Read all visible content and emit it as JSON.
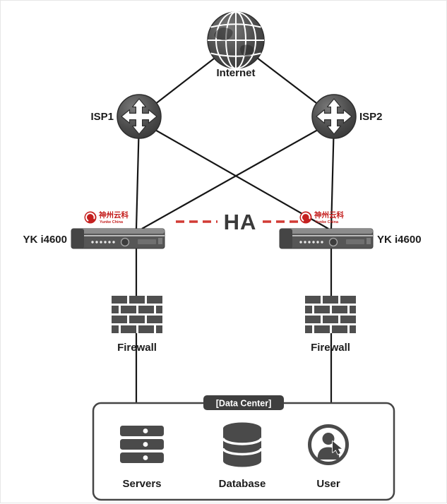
{
  "diagram": {
    "type": "network-topology",
    "nodes": {
      "internet": {
        "label": "Internet"
      },
      "isp1": {
        "label": "ISP1"
      },
      "isp2": {
        "label": "ISP2"
      },
      "device_left": {
        "label": "YK i4600"
      },
      "device_right": {
        "label": "YK i4600"
      },
      "ha": {
        "label": "HA"
      },
      "firewall_left": {
        "label": "Firewall"
      },
      "firewall_right": {
        "label": "Firewall"
      },
      "datacenter": {
        "label": "[Data Center]"
      },
      "servers": {
        "label": "Servers"
      },
      "database": {
        "label": "Database"
      },
      "user": {
        "label": "User"
      }
    },
    "brand": {
      "name": "神州云科",
      "subname": "Yunke China"
    },
    "connections": [
      "internet-isp1",
      "internet-isp2",
      "isp1-device_left",
      "isp1-device_right",
      "isp2-device_right",
      "isp2-device_left",
      "device_left-firewall_left",
      "device_right-firewall_right",
      "firewall_left-datacenter",
      "firewall_right-datacenter",
      "device_left-device_right-HA-dashed"
    ],
    "colors": {
      "icon_gray": "#4a4a4a",
      "line_black": "#161616",
      "ha_red": "#d23b35",
      "brand_red": "#c5201f"
    }
  }
}
